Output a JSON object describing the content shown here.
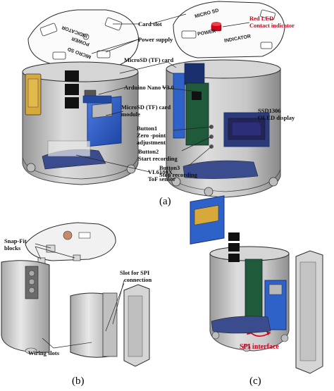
{
  "panel_a": {
    "lid_left_texts": [
      "INDICATOR",
      "POWER",
      "MICRO SD"
    ],
    "lid_right_texts": [
      "MICRO SD",
      "POWER",
      "INDICATOR"
    ],
    "labels": {
      "card_slot": "Card slot",
      "power_supply": "Power supply",
      "microsd_tf_card": "MicroSD (TF) card",
      "arduino": "Arduino Nano V3.0",
      "microsd_module_1": "MicroSD (TF) card",
      "microsd_module_2": "module",
      "vl6180x_1": "VL6180X",
      "vl6180x_2": "ToF sensor",
      "red_led": "Red LED",
      "contact_indicator": "Contact indicator",
      "ssd1306_1": "SSD1306",
      "ssd1306_2": "OLED display",
      "button1_1": "Button1",
      "button1_2": "Zero -point",
      "button1_3": "adjustment",
      "button2_1": "Button2",
      "button2_2": "Start recording",
      "button3_1": "Button3",
      "button3_2": "Stop recording"
    },
    "caption": "(a)"
  },
  "panel_b": {
    "labels": {
      "snapfit_1": "Snap-Fit",
      "snapfit_2": "blocks",
      "slot_spi_1": "Slot for SPI",
      "slot_spi_2": "connection",
      "wiring_slots": "Wiring slots"
    },
    "caption": "(b)"
  },
  "panel_c": {
    "labels": {
      "spi_interface": "SPI interface"
    },
    "caption": "(c)"
  },
  "colors": {
    "outline": "#2a2a2a",
    "body_fill": "#c9c9c9",
    "pcb_blue": "#2f62c9",
    "pcb_dark": "#1a2f6e",
    "led_red": "#d0021b",
    "spi_red": "#d0021b"
  }
}
